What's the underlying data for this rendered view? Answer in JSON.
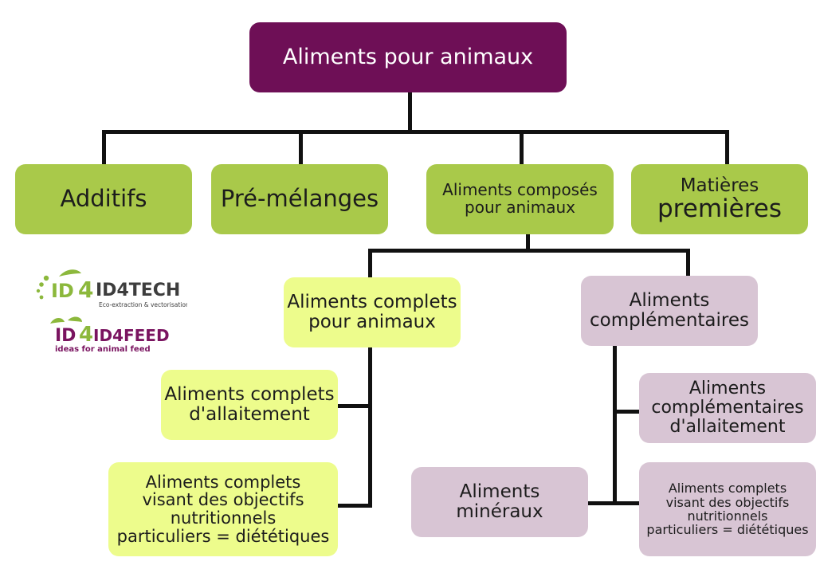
{
  "diagram": {
    "root": {
      "label": "Aliments pour animaux"
    },
    "level1": {
      "additifs": "Additifs",
      "pre_melanges": "Pré-mélanges",
      "aliments_composes": [
        "Aliments composés",
        "pour animaux"
      ],
      "matieres_premieres": [
        "Matières",
        "premières"
      ]
    },
    "level2": {
      "complets": [
        "Aliments complets",
        "pour animaux"
      ],
      "complementaires": [
        "Aliments",
        "complémentaires"
      ]
    },
    "level3": {
      "complets_allaitement": [
        "Aliments complets",
        "d'allaitement"
      ],
      "complets_dietetiques": [
        "Aliments complets",
        "visant des objectifs",
        "nutritionnels",
        "particuliers = diététiques"
      ],
      "complementaires_allaitement": [
        "Aliments",
        "complémentaires",
        "d'allaitement"
      ],
      "mineraux": [
        "Aliments",
        "minéraux"
      ],
      "complementaires_dietetiques": [
        "Aliments complets",
        "visant des objectifs",
        "nutritionnels",
        "particuliers = diététiques"
      ]
    }
  },
  "logos": {
    "id4tech": {
      "text": "ID4TECH",
      "tagline": "Eco-extraction & vectorisation"
    },
    "id4feed": {
      "text": "ID4FEED",
      "tagline": "ideas for animal feed"
    }
  },
  "colors": {
    "root": "#6e0f56",
    "level1": "#a9c94a",
    "complets_branch": "#edfc8c",
    "complementaires_branch": "#d8c5d4",
    "connector": "#111111"
  }
}
